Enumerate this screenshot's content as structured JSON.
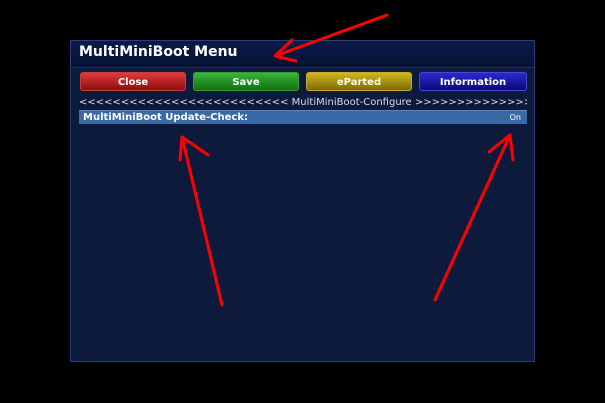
{
  "window": {
    "title": "MultiMiniBoot Menu"
  },
  "buttons": {
    "red_label": "Close",
    "green_label": "Save",
    "yellow_label": "eParted",
    "blue_label": "Information"
  },
  "config": {
    "section_header": "<<<<<<<<<<<<<<<<<<<<<<<<< MultiMiniBoot-Configure >>>>>>>>>>>>>>>>>>>>>>>>>",
    "items": [
      {
        "label": "MultiMiniBoot Update-Check:",
        "value": "On"
      }
    ]
  },
  "colors": {
    "background": "#000000",
    "panel": "#0d1a3c",
    "selection": "#3a6aa6",
    "annotation_arrow": "#ff0000"
  }
}
